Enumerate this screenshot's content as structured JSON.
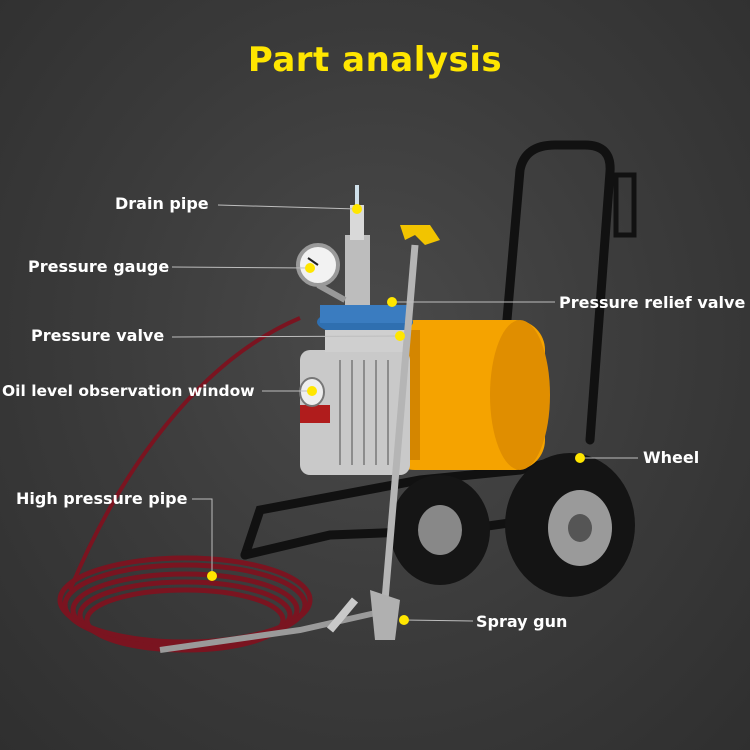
{
  "title": "Part analysis",
  "labels": {
    "drain_pipe": "Drain pipe",
    "pressure_gauge": "Pressure gauge",
    "pressure_valve": "Pressure valve",
    "oil_window": "Oil level observation window",
    "high_pressure_pipe": "High pressure pipe",
    "pressure_relief_valve": "Pressure relief valve",
    "wheel": "Wheel",
    "spray_gun": "Spray gun"
  },
  "colors": {
    "title": "#ffe600",
    "marker": "#ffe600",
    "motor": "#f5a300",
    "hose": "#7a1420",
    "frame": "#111111"
  }
}
